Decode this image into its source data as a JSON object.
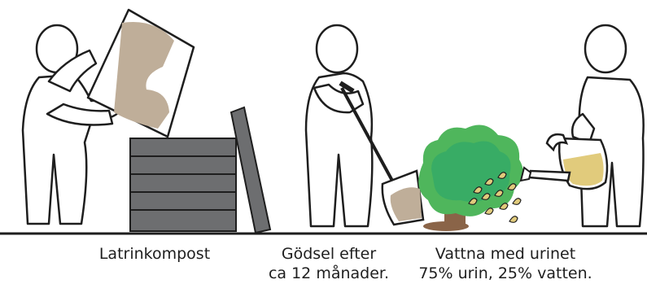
{
  "captions": {
    "compost": "Latrinkompost",
    "fertilize_line1": "Gödsel efter",
    "fertilize_line2": "ca 12 månader.",
    "water_line1": "Vattna med urinet",
    "water_line2": "75% urin, 25% vatten."
  },
  "colors": {
    "outline": "#1e1e1e",
    "compost": "#bfae99",
    "bin": "#6d6e70",
    "tree": "#4fb65c",
    "urine": "#e1cb7c",
    "trunk": "#8a6448"
  }
}
